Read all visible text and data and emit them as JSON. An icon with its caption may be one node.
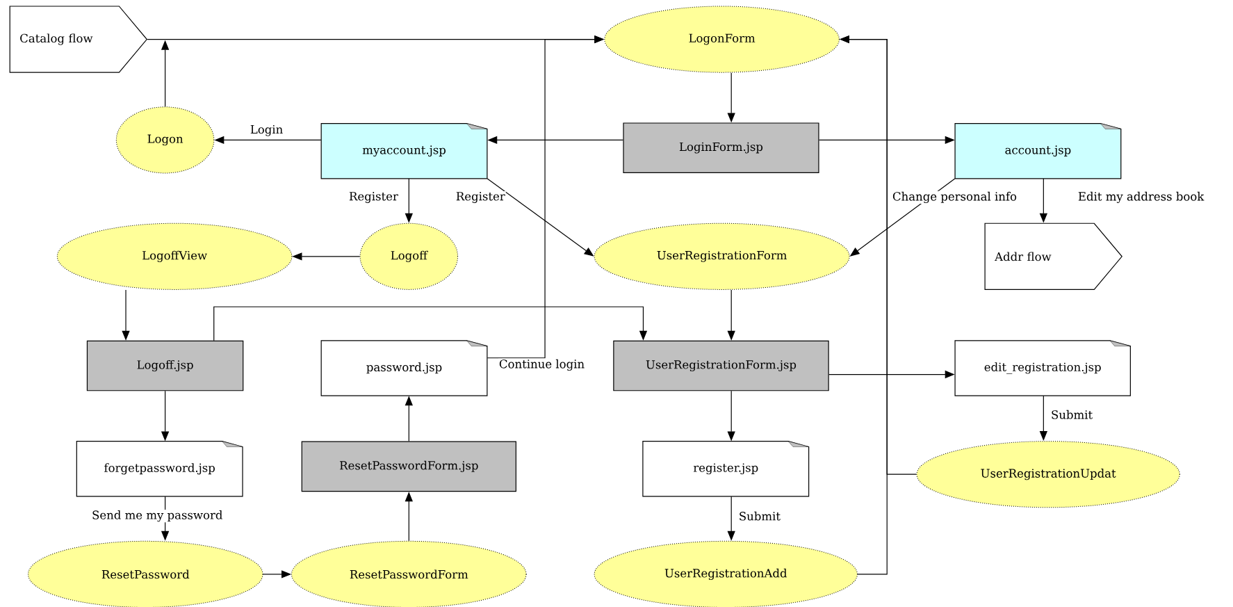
{
  "diagram": {
    "nodes": [
      {
        "text": [
          "Catalog flow"
        ]
      },
      {
        "text": [
          "LogonForm"
        ]
      },
      {
        "text": [
          "Logon"
        ]
      },
      {
        "text": [
          "myaccount.jsp"
        ]
      },
      {
        "text": [
          "LoginForm.jsp"
        ]
      },
      {
        "text": [
          "account.jsp"
        ]
      },
      {
        "text": [
          "LogoffView"
        ]
      },
      {
        "text": [
          "Logoff"
        ]
      },
      {
        "text": [
          "UserRegistrationForm"
        ]
      },
      {
        "text": [
          "Addr flow"
        ]
      },
      {
        "text": [
          "Logoff.jsp"
        ]
      },
      {
        "text": [
          "password.jsp"
        ]
      },
      {
        "text": [
          "UserRegistrationForm.jsp"
        ]
      },
      {
        "text": [
          "edit_registration.jsp"
        ]
      },
      {
        "text": [
          "forgetpassword.jsp"
        ]
      },
      {
        "text": [
          "ResetPasswordForm.jsp"
        ]
      },
      {
        "text": [
          "register.jsp"
        ]
      },
      {
        "text": [
          "UserRegistrationUpdat"
        ]
      },
      {
        "text": [
          "ResetPassword"
        ]
      },
      {
        "text": [
          "ResetPasswordForm"
        ]
      },
      {
        "text": [
          "UserRegistrationAdd"
        ]
      }
    ],
    "edges": [
      {
        "from": 0,
        "to": 1,
        "arrow": "to"
      },
      {
        "from": 2,
        "to": 0,
        "arrow": "to"
      },
      {
        "from": 11,
        "to": 1,
        "arrow": "to",
        "label": "Continue login"
      },
      {
        "from": 20,
        "to": 1,
        "arrow": "to"
      },
      {
        "from": 17,
        "to": 1,
        "arrow": "to"
      },
      {
        "from": 1,
        "to": 4,
        "arrow": "to"
      },
      {
        "from": 4,
        "to": 3,
        "arrow": "to"
      },
      {
        "from": 4,
        "to": 5,
        "arrow": "to"
      },
      {
        "from": 3,
        "to": 2,
        "arrow": "to",
        "label": "Login"
      },
      {
        "from": 3,
        "to": 7,
        "arrow": "to",
        "label": "Register"
      },
      {
        "from": 3,
        "to": 8,
        "arrow": "to",
        "label": "Register"
      },
      {
        "from": 5,
        "to": 8,
        "arrow": "to",
        "label": "Change personal info"
      },
      {
        "from": 5,
        "to": 9,
        "arrow": "to",
        "label": "Edit my address book"
      },
      {
        "from": 7,
        "to": 6,
        "arrow": "to"
      },
      {
        "from": 6,
        "to": 10,
        "arrow": "to"
      },
      {
        "from": 10,
        "to": 12,
        "arrow": "to"
      },
      {
        "from": 8,
        "to": 12,
        "arrow": "to"
      },
      {
        "from": 10,
        "to": 14,
        "arrow": "to"
      },
      {
        "from": 14,
        "to": 18,
        "arrow": "to",
        "label": "Send me my password"
      },
      {
        "from": 18,
        "to": 19,
        "arrow": "to"
      },
      {
        "from": 19,
        "to": 15,
        "arrow": "to"
      },
      {
        "from": 15,
        "to": 11,
        "arrow": "to"
      },
      {
        "from": 12,
        "to": 13,
        "arrow": "to"
      },
      {
        "from": 12,
        "to": 16,
        "arrow": "to"
      },
      {
        "from": 16,
        "to": 20,
        "arrow": "to",
        "label": "Submit"
      },
      {
        "from": 13,
        "to": 17,
        "arrow": "to",
        "label": "Submit"
      }
    ]
  }
}
